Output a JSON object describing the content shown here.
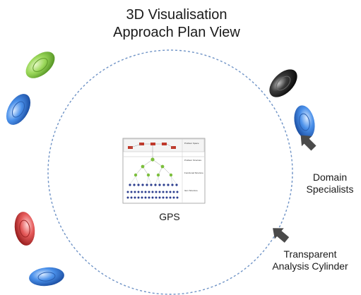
{
  "title": {
    "line1": "3D Visualisation",
    "line2": "Approach Plan View"
  },
  "center_label": "GPS",
  "labels": {
    "domain_specialists": [
      "Domain",
      "Specialists"
    ],
    "cylinder": [
      "Transparent",
      "Analysis Cylinder"
    ]
  },
  "thumbnail": {
    "section_labels": [
      "Problem Space",
      "Problem Structure",
      "Functional Structure",
      "Item Structure"
    ]
  },
  "specialist_colors": {
    "green": "#8fd14f",
    "blue": "#3f84e6",
    "black": "#2a2a2a",
    "red": "#e05555"
  },
  "colors": {
    "cylinder": "#6f93c6",
    "arrow": "#4a4a4a",
    "tree_red": "#c0392b",
    "tree_green": "#7cbf3c",
    "tree_blue": "#2c3e8f"
  }
}
